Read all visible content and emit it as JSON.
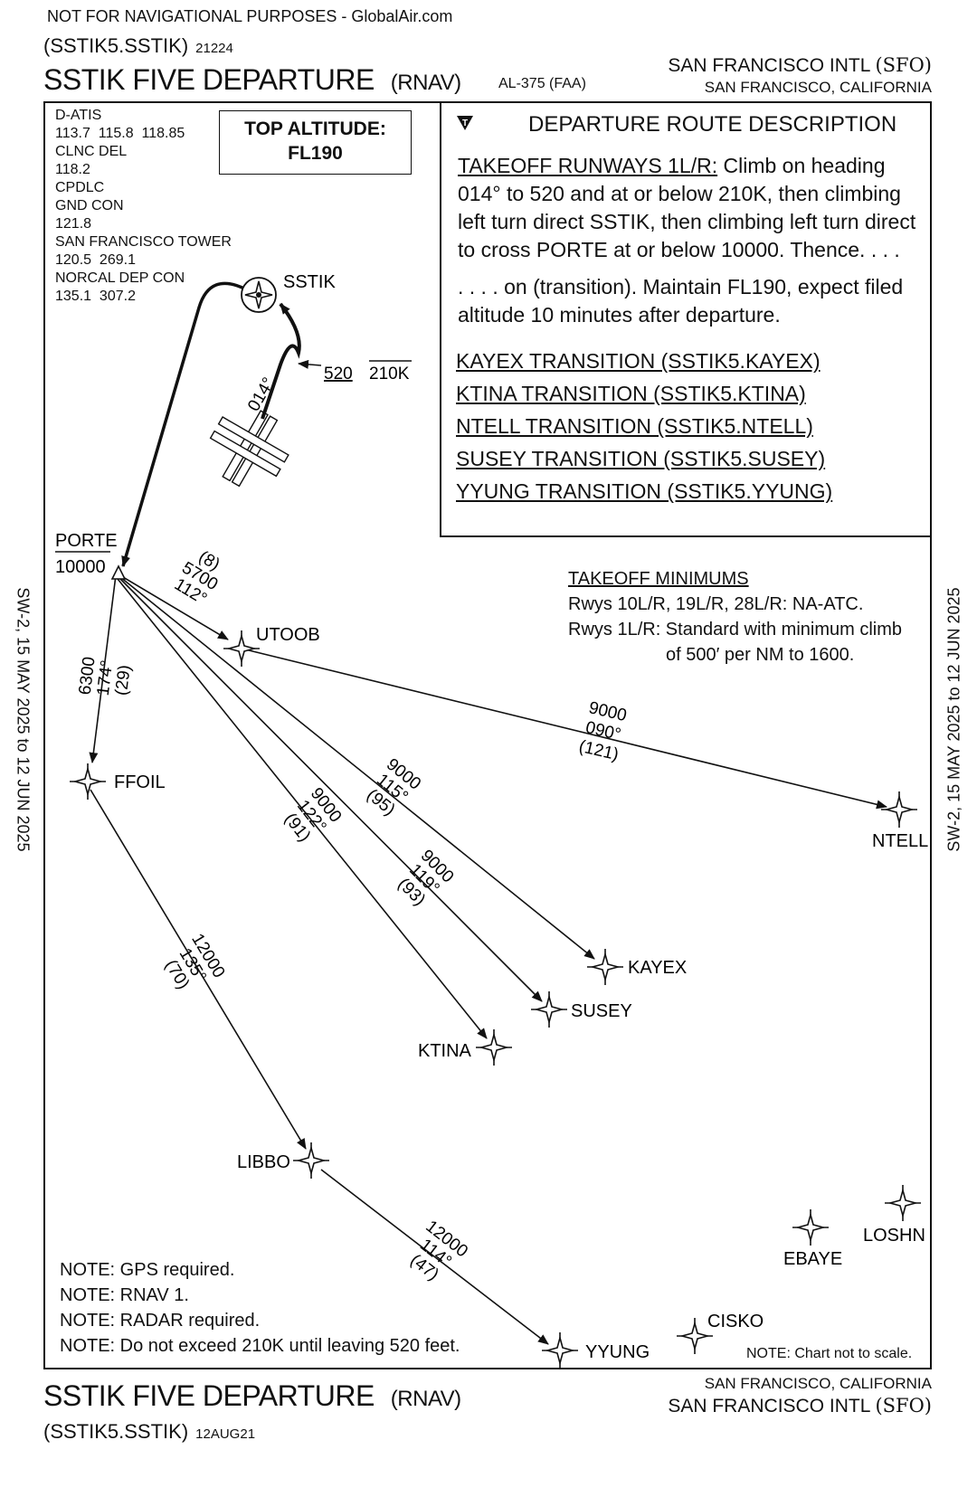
{
  "disclaimer": "NOT FOR NAVIGATIONAL PURPOSES - GlobalAir.com",
  "header": {
    "code": "(SSTIK5.SSTIK)",
    "code_num": "21224",
    "title": "SSTIK FIVE DEPARTURE",
    "rnav": "(RNAV)",
    "al": "AL-375 (FAA)",
    "airport": "SAN FRANCISCO INTL",
    "airport_code": "(SFO)",
    "city": "SAN FRANCISCO, CALIFORNIA"
  },
  "footer": {
    "title": "SSTIK FIVE DEPARTURE",
    "rnav": "(RNAV)",
    "code": "(SSTIK5.SSTIK)",
    "date": "12AUG21",
    "city": "SAN FRANCISCO, CALIFORNIA",
    "airport": "SAN FRANCISCO INTL",
    "airport_code": "(SFO)"
  },
  "margin_text": "SW-2,  15 MAY 2025  to  12 JUN 2025",
  "frequencies": "D-ATIS\n113.7  115.8  118.85\nCLNC DEL\n118.2\nCPDLC\nGND CON\n121.8\nSAN FRANCISCO TOWER\n120.5  269.1\nNORCAL DEP CON\n135.1  307.2",
  "top_altitude": {
    "label": "TOP ALTITUDE:",
    "value": "FL190"
  },
  "route_description": {
    "title": "DEPARTURE ROUTE DESCRIPTION",
    "runways_label": "TAKEOFF RUNWAYS 1L/R:",
    "runways_text": " Climb on heading 014° to 520 and at or below 210K, then climbing left turn direct SSTIK, then climbing left turn direct to cross PORTE at or below 10000. Thence. . . .",
    "continuation": ". . . . on (transition). Maintain FL190, expect filed altitude 10 minutes after departure.",
    "transitions": [
      "KAYEX TRANSITION (SSTIK5.KAYEX)",
      "KTINA TRANSITION (SSTIK5.KTINA)",
      "NTELL TRANSITION (SSTIK5.NTELL)",
      "SUSEY TRANSITION (SSTIK5.SUSEY)",
      "YYUNG TRANSITION (SSTIK5.YYUNG)"
    ]
  },
  "takeoff_minimums": {
    "title": "TAKEOFF MINIMUMS",
    "line1": "Rwys 10L/R, 19L/R, 28L/R: NA-ATC.",
    "line2": "Rwys 1L/R: Standard with minimum climb",
    "line3": "of 500′ per NM to 1600."
  },
  "notes": [
    "NOTE:  GPS required.",
    "NOTE:  RNAV 1.",
    "NOTE:  RADAR required.",
    "NOTE:  Do not exceed 210K until leaving 520 feet."
  ],
  "not_to_scale": "NOTE:  Chart not to scale.",
  "waypoints": {
    "sstik": "SSTIK",
    "porte": "PORTE",
    "porte_alt": "10000",
    "utoob": "UTOOB",
    "ffoil": "FFOIL",
    "ntell": "NTELL",
    "kayex": "KAYEX",
    "susey": "SUSEY",
    "ktina": "KTINA",
    "libbo": "LIBBO",
    "yyung": "YYUNG",
    "ebaye": "EBAYE",
    "loshn": "LOSHN",
    "cisko": "CISKO"
  },
  "legs": {
    "initial_heading": "014°",
    "climb_alt": "520",
    "climb_speed": "210K",
    "porte_utoob": [
      "(8)",
      "5700",
      "112°"
    ],
    "porte_ffoil": [
      "6300",
      "174°",
      "(29)"
    ],
    "utoob_ntell": [
      "9000",
      "090°",
      "(121)"
    ],
    "to_kayex": [
      "9000",
      "115°",
      "(95)"
    ],
    "to_ktina": [
      "9000",
      "122°",
      "(91)"
    ],
    "to_susey": [
      "9000",
      "119°",
      "(93)"
    ],
    "ffoil_libbo": [
      "12000",
      "135°",
      "(70)"
    ],
    "libbo_yyung": [
      "12000",
      "114°",
      "(47)"
    ]
  }
}
